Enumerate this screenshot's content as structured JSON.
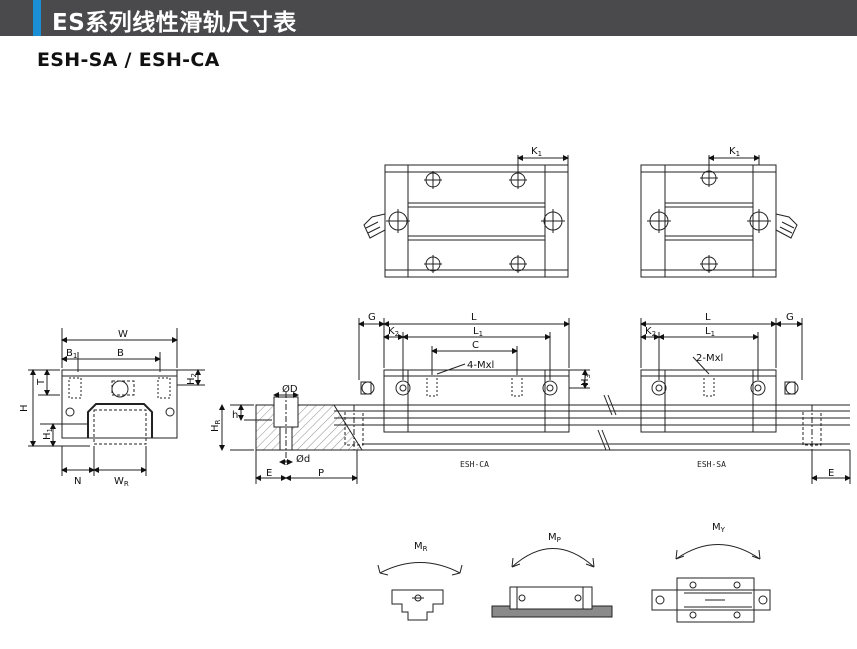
{
  "header": {
    "title": "ES系列线性滑轨尺寸表",
    "subtitle": "ESH-SA / ESH-CA"
  },
  "colors": {
    "title_bg": "#4a4a4c",
    "accent": "#1a8fd6",
    "hatch": "#c8c8c8",
    "rail_grey": "#8a8a8a"
  },
  "dims": {
    "W": "W",
    "B": "B",
    "B1": "B",
    "B1_sub": "1",
    "T": "T",
    "H": "H",
    "H1": "H",
    "H1_sub": "1",
    "H2": "H",
    "H2_sub": "2",
    "H3": "H",
    "H3_sub": "3",
    "N": "N",
    "WR": "W",
    "WR_sub": "R",
    "G_left": "G",
    "G_right": "G",
    "K2_left": "K",
    "K2_left_sub": "2",
    "K2_right": "K",
    "K2_right_sub": "2",
    "L_left": "L",
    "L_right": "L",
    "L1_left": "L",
    "L1_left_sub": "1",
    "L1_right": "L",
    "L1_right_sub": "1",
    "C": "C",
    "4Mxl": "4-Mxl",
    "2Mxl": "2-Mxl",
    "K1_left": "K",
    "K1_left_sub": "1",
    "K1_right": "K",
    "K1_right_sub": "1",
    "phiD": "ØD",
    "phid": "Ød",
    "h": "h",
    "HR": "H",
    "HR_sub": "R",
    "E_left": "E",
    "E_right": "E",
    "P": "P"
  },
  "labels": {
    "esh_ca": "ESH-CA",
    "esh_sa": "ESH-SA"
  },
  "moments": {
    "MR": "M",
    "MR_sub": "R",
    "MP": "M",
    "MP_sub": "P",
    "MY": "M",
    "MY_sub": "Y"
  }
}
